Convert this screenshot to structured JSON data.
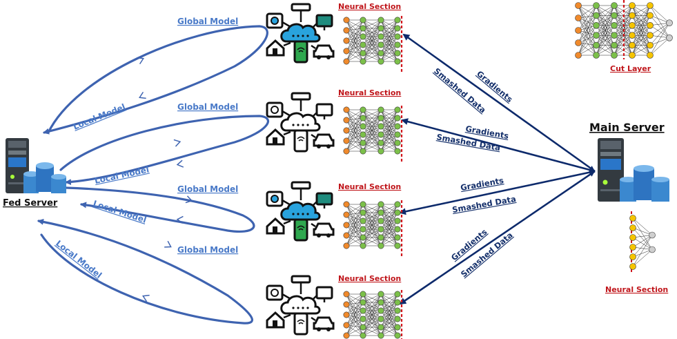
{
  "colors": {
    "local_arrow": "#3e63b0",
    "server_arrow": "#0d2a6b",
    "cut_line": "#d0161b",
    "node_orange": "#f08a2c",
    "node_green": "#7cc04a",
    "node_yellow": "#f5c400",
    "node_gray": "#cfcfcf",
    "cloud_blue": "#29a3dd",
    "phone_green": "#2fa84f",
    "screen_teal": "#1f8c7e"
  },
  "labels": {
    "fed_server": "Fed Server",
    "main_server": "Main Server",
    "cut_layer": "Cut Layer",
    "neural_section": "Neural Section",
    "global_model": "Global Model",
    "local_model": "Local Model",
    "gradients": "Gradients",
    "smashed_data": "Smashed Data"
  },
  "clients": [
    {
      "id": 1,
      "neural_section": "Neural Section",
      "global_model": "Global Model",
      "local_model": "Local Model",
      "gradients": "Gradients",
      "smashed_data": "Smashed Data",
      "icon": "iot-cloud-icon",
      "colored": true
    },
    {
      "id": 2,
      "neural_section": "Neural Section",
      "global_model": "Global Model",
      "local_model": "Local Model",
      "gradients": "Gradients",
      "smashed_data": "Smashed Data",
      "icon": "iot-cloud-icon",
      "colored": false
    },
    {
      "id": 3,
      "neural_section": "Neural Section",
      "global_model": "Global Model",
      "local_model": "Local Model",
      "gradients": "Gradients",
      "smashed_data": "Smashed Data",
      "icon": "iot-cloud-icon",
      "colored": true
    },
    {
      "id": 4,
      "neural_section": "Neural Section",
      "global_model": "Global Model",
      "local_model": "Local Model",
      "gradients": "Gradients",
      "smashed_data": "Smashed Data",
      "icon": "iot-cloud-icon",
      "colored": false
    }
  ],
  "icons": [
    "server-tower-icon",
    "database-cylinders-icon",
    "neural-network-icon",
    "iot-cloud-icon"
  ]
}
